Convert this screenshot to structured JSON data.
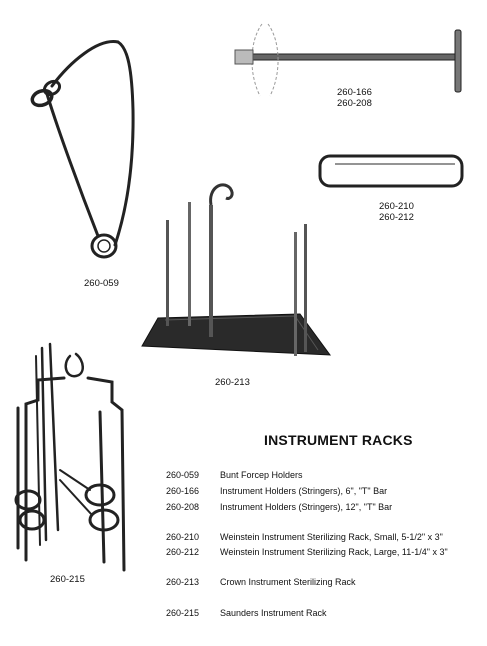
{
  "figure_labels": {
    "item_059": "260-059",
    "item_166": "260-166",
    "item_208": "260-208",
    "item_210": "260-210",
    "item_212": "260-212",
    "item_213": "260-213",
    "item_215": "260-215"
  },
  "heading": "INSTRUMENT RACKS",
  "catalog": [
    {
      "code": "260-059",
      "description": "Bunt Forcep Holders"
    },
    {
      "code": "260-166",
      "description": "Instrument Holders (Stringers), 6\", \"T\" Bar"
    },
    {
      "code": "260-208",
      "description": "Instrument Holders (Stringers), 12\", \"T\" Bar"
    },
    {
      "code": "260-210",
      "description": "Weinstein Instrument Sterilizing Rack, Small, 5-1/2\" x 3\""
    },
    {
      "code": "260-212",
      "description": "Weinstein Instrument Sterilizing Rack, Large, 11-1/4\" x 3\""
    },
    {
      "code": "260-213",
      "description": "Crown Instrument Sterilizing Rack"
    },
    {
      "code": "260-215",
      "description": "Saunders Instrument Rack"
    }
  ]
}
